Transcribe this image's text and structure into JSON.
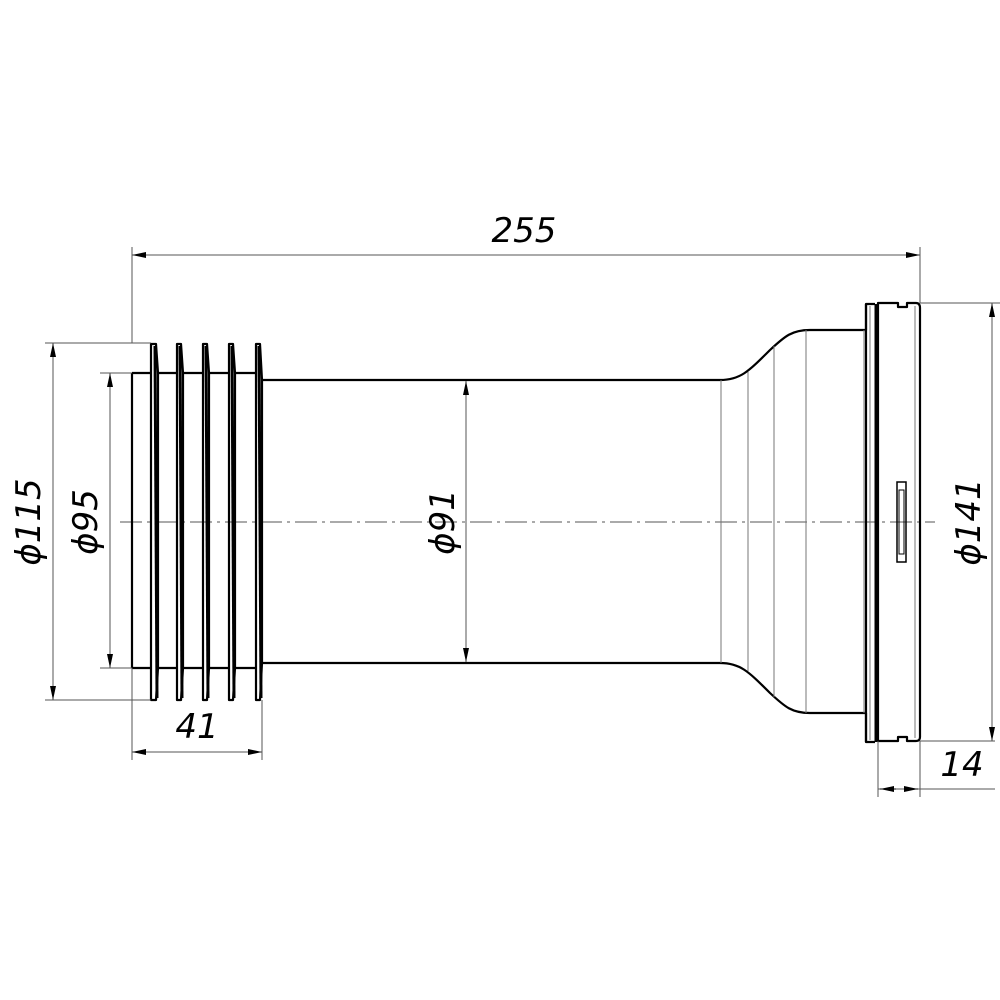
{
  "drawing": {
    "title": "",
    "part": "WC connector pipe with corrugated seal and flange",
    "line_color": "#000000",
    "dimension_line_color": "#666666",
    "background": "#ffffff"
  },
  "dimensions": {
    "overall_length": {
      "label": "255",
      "value": 255,
      "unit": "mm"
    },
    "seal_length": {
      "label": "41",
      "value": 41,
      "unit": "mm"
    },
    "flange_width": {
      "label": "14",
      "value": 14,
      "unit": "mm"
    },
    "outer_seal_diameter": {
      "label": "ϕ115",
      "value": 115,
      "unit": "mm"
    },
    "inner_seal_diameter": {
      "label": "ϕ95",
      "value": 95,
      "unit": "mm"
    },
    "pipe_diameter": {
      "label": "ϕ91",
      "value": 91,
      "unit": "mm"
    },
    "flange_diameter": {
      "label": "ϕ141",
      "value": 141,
      "unit": "mm"
    }
  }
}
